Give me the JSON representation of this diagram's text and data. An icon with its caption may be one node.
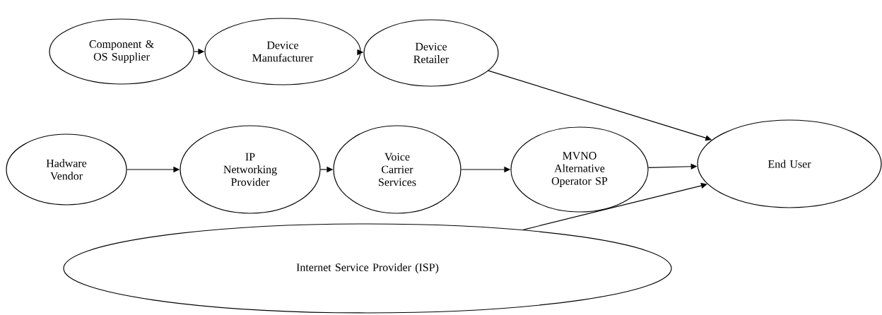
{
  "diagram": {
    "nodes": [
      {
        "text": [
          "Component & OS Supplier"
        ]
      },
      {
        "text": [
          "Device Manufacturer"
        ]
      },
      {
        "text": [
          "Device Retailer"
        ]
      },
      {
        "text": [
          "Hadware Vendor"
        ]
      },
      {
        "text": [
          "IP Networking Provider"
        ]
      },
      {
        "text": [
          "Voice Carrier Services"
        ]
      },
      {
        "text": [
          "MVNO Alternative Operator SP"
        ]
      },
      {
        "text": [
          "End User"
        ]
      },
      {
        "text": [
          "Internet Service Provider (ISP)"
        ]
      }
    ],
    "edges": [
      {
        "from": 0,
        "to": 1,
        "arrow": "to"
      },
      {
        "from": 1,
        "to": 2,
        "arrow": "to"
      },
      {
        "from": 2,
        "to": 7,
        "arrow": "to"
      },
      {
        "from": 3,
        "to": 4,
        "arrow": "to"
      },
      {
        "from": 4,
        "to": 5,
        "arrow": "to"
      },
      {
        "from": 5,
        "to": 6,
        "arrow": "to"
      },
      {
        "from": 6,
        "to": 7,
        "arrow": "to"
      },
      {
        "from": 8,
        "to": 7,
        "arrow": "to"
      }
    ]
  }
}
